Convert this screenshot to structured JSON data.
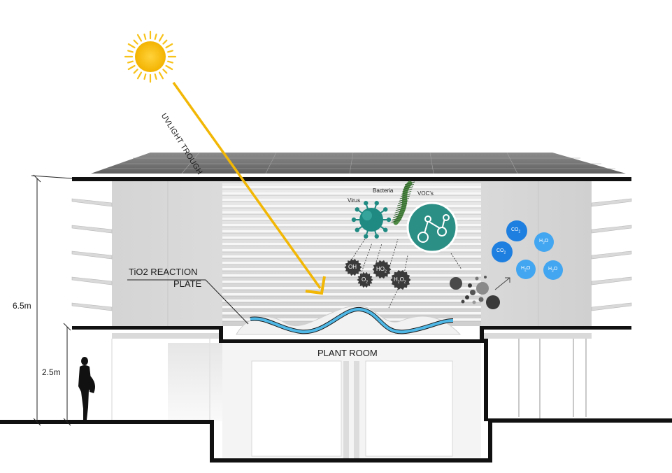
{
  "labels": {
    "uv_light": "UVLIGHT TROUGH",
    "reaction_plate_line1": "TiO2 REACTION",
    "reaction_plate_line2": "PLATE",
    "plant_room": "PLANT ROOM",
    "height_total": "6.5m",
    "height_ground": "2.5m",
    "virus": "Virus",
    "bacteria": "Bacteria",
    "vocs": "VOC's"
  },
  "radicals": [
    {
      "main": "OH",
      "sub": ""
    },
    {
      "main": "O",
      "sub": "2"
    },
    {
      "main": "HO",
      "sub": "2"
    },
    {
      "main": "H",
      "sub": "2",
      "tail": "O",
      "sub2": "2"
    }
  ],
  "products": [
    {
      "main": "CO",
      "sub": "2",
      "after": ""
    },
    {
      "main": "H",
      "sub": "2",
      "after": "O"
    },
    {
      "main": "CO",
      "sub": "2",
      "after": ""
    },
    {
      "main": "H",
      "sub": "2",
      "after": "O"
    },
    {
      "main": "H",
      "sub": "2",
      "after": "O"
    }
  ],
  "colors": {
    "sun": "#f7c21a",
    "uv_arrow": "#f2b705",
    "tio2_blue": "#4fb8e6",
    "virus_teal": "#1f8a82",
    "bacteria_green": "#4f8a45",
    "voc_teal": "#2c8f86",
    "co2_blue": "#1e7fe0",
    "h2o_blue": "#43a6f0"
  }
}
